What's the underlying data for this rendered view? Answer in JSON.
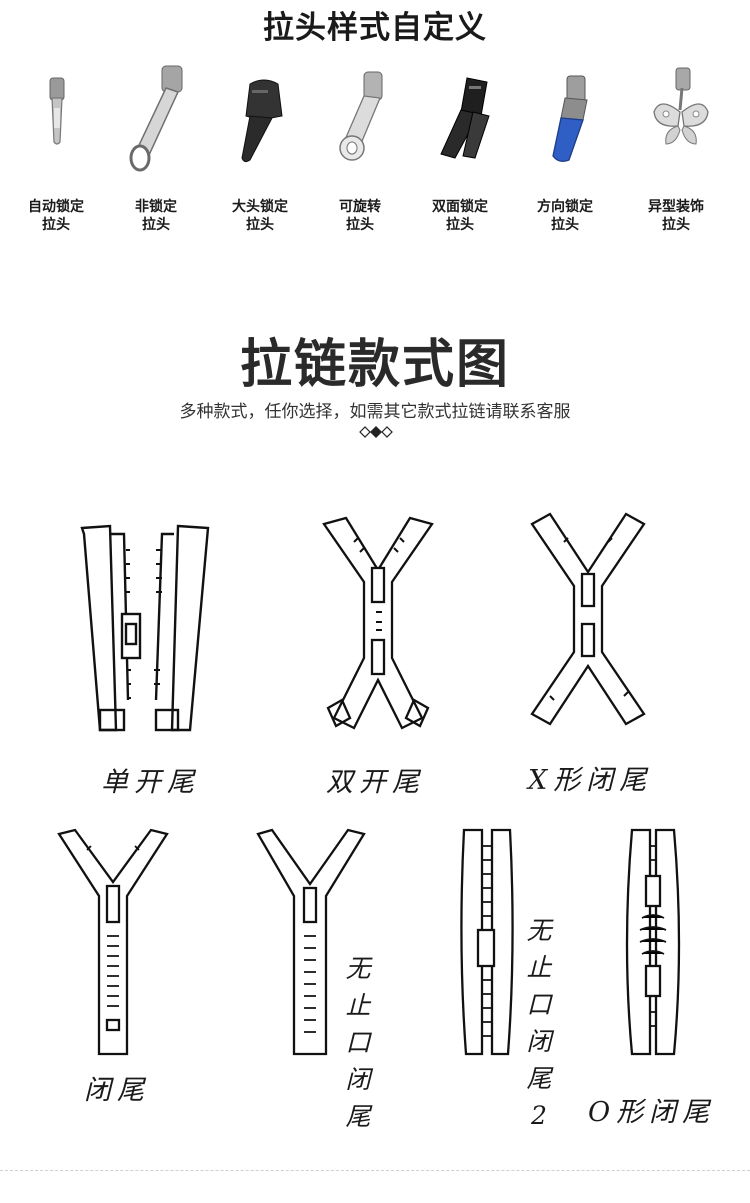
{
  "puller_section": {
    "title": "拉头样式自定义",
    "items": [
      {
        "line1": "自动锁定",
        "line2": "拉头",
        "icon": "silver-auto-lock-puller-icon",
        "color": "#b8b8b8"
      },
      {
        "line1": "非锁定",
        "line2": "拉头",
        "icon": "silver-ring-puller-icon",
        "color": "#c9c9c9"
      },
      {
        "line1": "大头锁定",
        "line2": "拉头",
        "icon": "black-big-head-puller-icon",
        "color": "#2b2b2b"
      },
      {
        "line1": "可旋转",
        "line2": "",
        "icon": "silver-rotating-puller-icon",
        "color": "#cfcfcf"
      },
      {
        "line1": "双面锁定",
        "line2": "拉头",
        "icon": "black-double-sided-puller-icon",
        "color": "#1e1e1e"
      },
      {
        "line1": "方向锁定",
        "line2": "拉头",
        "icon": "blue-direction-lock-puller-icon",
        "color": "#2f5fc4"
      },
      {
        "line1": "异型装饰",
        "line2": "拉头",
        "icon": "butterfly-decor-puller-icon",
        "color": "#bdbdbd"
      }
    ]
  },
  "style_section": {
    "title": "拉链款式图",
    "subtitle": "多种款式，任你选择，如需其它款式拉链请联系客服",
    "diagrams": [
      {
        "label": "单开尾"
      },
      {
        "label": "双开尾"
      },
      {
        "label": "X形闭尾"
      },
      {
        "label": "闭尾"
      },
      {
        "label": "无止口闭尾"
      },
      {
        "label": "无止口闭尾2"
      },
      {
        "label": "O形闭尾"
      }
    ]
  }
}
